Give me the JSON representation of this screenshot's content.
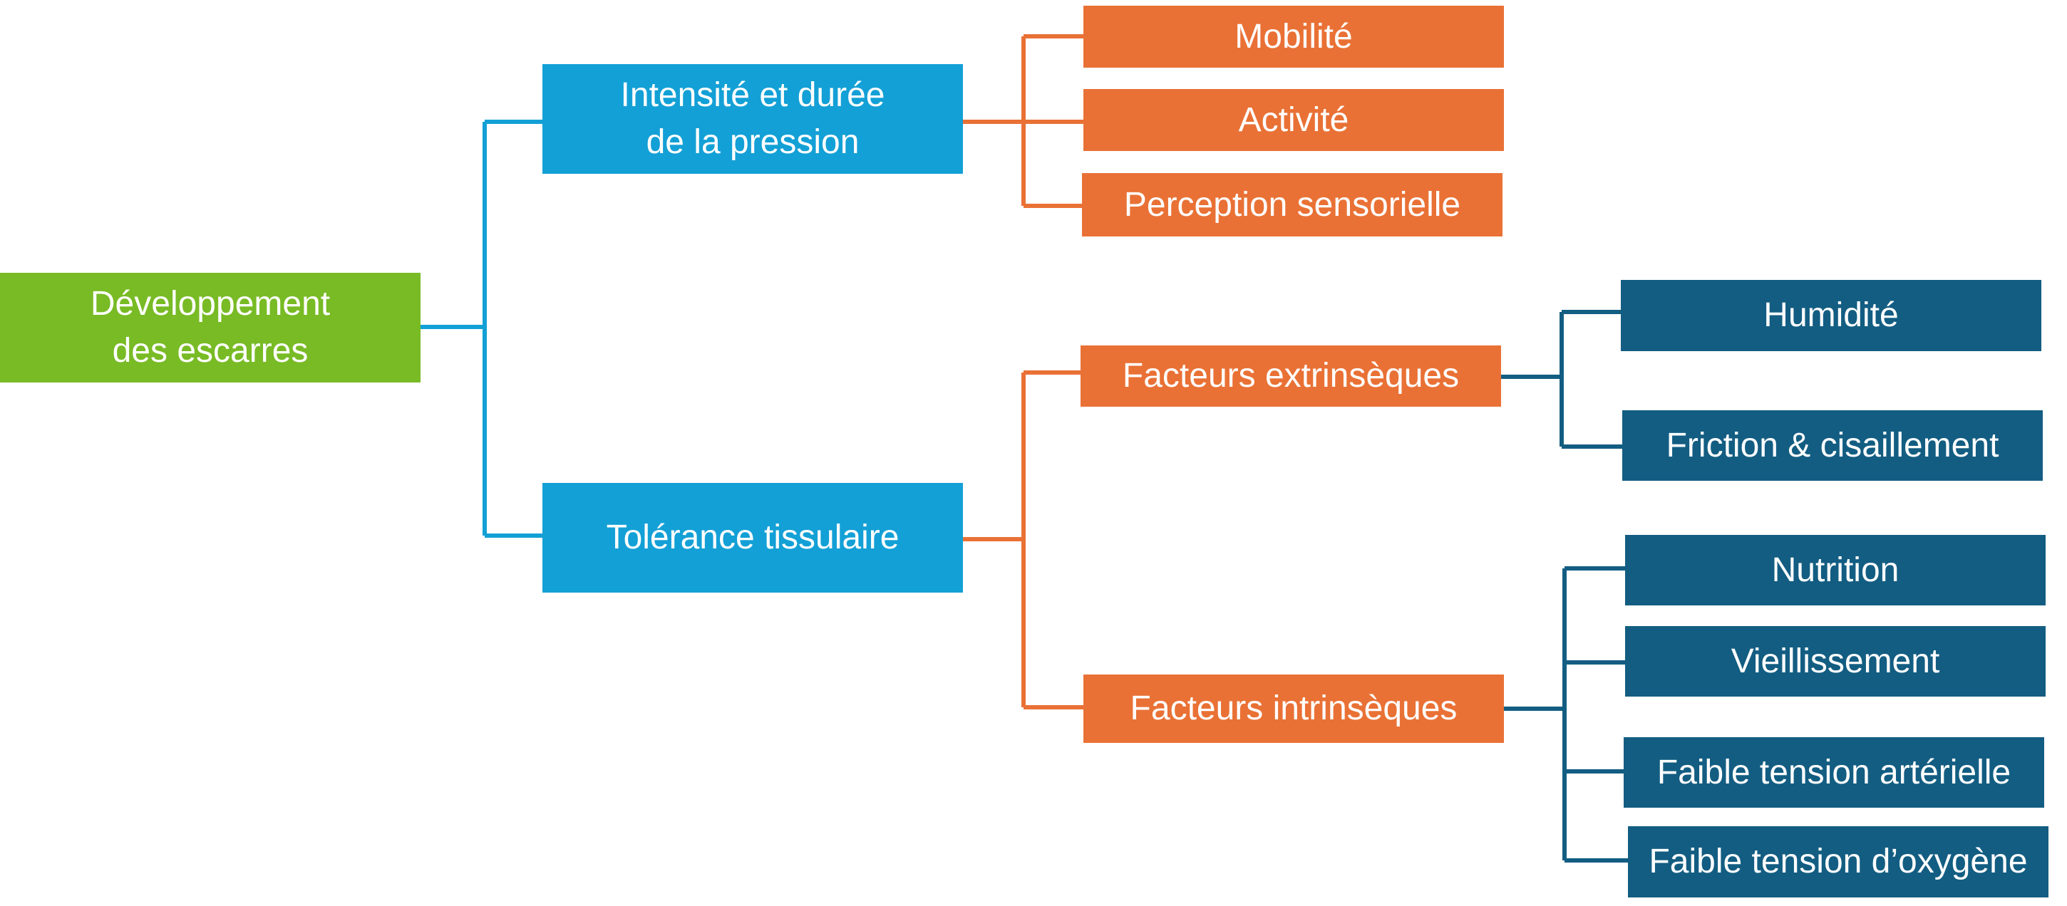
{
  "diagram": {
    "colors": {
      "root": "#78BB25",
      "level1": "#13A0D6",
      "level2": "#E97135",
      "level3": "#135D82",
      "connector_level1": "#13A0D6",
      "connector_level2": "#E97135",
      "connector_level3": "#135D82",
      "text": "#FFFFFF"
    },
    "nodes": {
      "root": "Développement\ndes escarres",
      "pressure": "Intensité et durée\nde la pression",
      "tissue": "Tolérance tissulaire",
      "mobility": "Mobilité",
      "activity": "Activité",
      "perception": "Perception sensorielle",
      "extrinsic": "Facteurs extrinsèques",
      "intrinsic": "Facteurs intrinsèques",
      "humidity": "Humidité",
      "friction": "Friction & cisaillement",
      "nutrition": "Nutrition",
      "aging": "Vieillissement",
      "low_bp": "Faible tension artérielle",
      "low_o2": "Faible tension d’oxygène"
    }
  }
}
